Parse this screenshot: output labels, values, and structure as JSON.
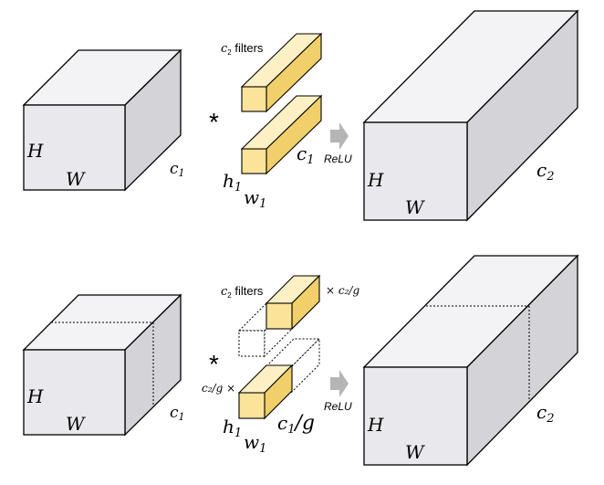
{
  "top": {
    "input": {
      "h": "H",
      "w": "W",
      "c": "c",
      "c_sub": "1"
    },
    "conv_symbol": "*",
    "filters": {
      "count_label": "c",
      "count_sub": "2",
      "count_suffix": " filters",
      "ellipsis": "⋮",
      "h": "h",
      "h_sub": "1",
      "w": "w",
      "w_sub": "1",
      "c": "c",
      "c_sub": "1"
    },
    "activation": "ReLU",
    "output": {
      "h": "H",
      "w": "W",
      "c": "c",
      "c_sub": "2"
    }
  },
  "bottom": {
    "input": {
      "h": "H",
      "w": "W",
      "c": "c",
      "c_sub": "1"
    },
    "conv_symbol": "*",
    "filters": {
      "count_label": "c",
      "count_sub": "2",
      "count_suffix": " filters",
      "group_right": "× c₂/g",
      "group_left": "c₂/g ×",
      "h": "h",
      "h_sub": "1",
      "w": "w",
      "w_sub": "1",
      "c": "c",
      "c_sub": "1",
      "c_suffix": "/g"
    },
    "activation": "ReLU",
    "output": {
      "h": "H",
      "w": "W",
      "c": "c",
      "c_sub": "2"
    }
  }
}
